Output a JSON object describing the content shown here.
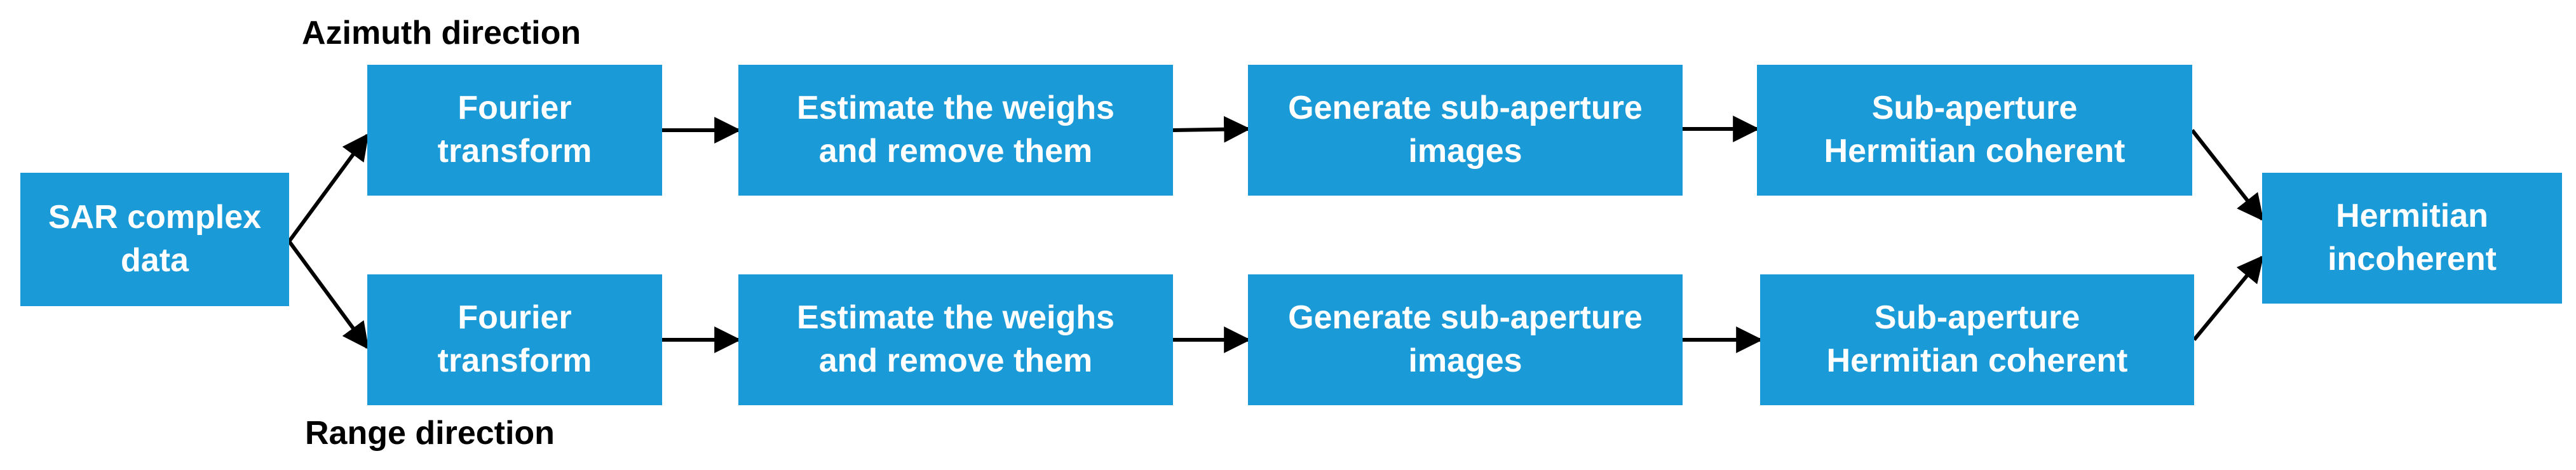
{
  "labels": {
    "azimuth": "Azimuth direction",
    "range": "Range direction"
  },
  "source": {
    "line1": "SAR complex",
    "line2": "data"
  },
  "azimuth_row": {
    "fourier": {
      "line1": "Fourier",
      "line2": "transform"
    },
    "estimate": {
      "line1": "Estimate the weighs",
      "line2": "and remove them"
    },
    "generate": {
      "line1": "Generate sub-aperture",
      "line2": "images"
    },
    "coherent": {
      "line1": "Sub-aperture",
      "line2": "Hermitian coherent"
    }
  },
  "range_row": {
    "fourier": {
      "line1": "Fourier",
      "line2": "transform"
    },
    "estimate": {
      "line1": "Estimate the weighs",
      "line2": "and remove them"
    },
    "generate": {
      "line1": "Generate sub-aperture",
      "line2": "images"
    },
    "coherent": {
      "line1": "Sub-aperture",
      "line2": "Hermitian coherent"
    }
  },
  "output": {
    "line1": "Hermitian",
    "line2": "incoherent"
  },
  "colors": {
    "box_fill": "#1a9ad6",
    "box_text": "#ffffff",
    "arrow": "#000000"
  }
}
